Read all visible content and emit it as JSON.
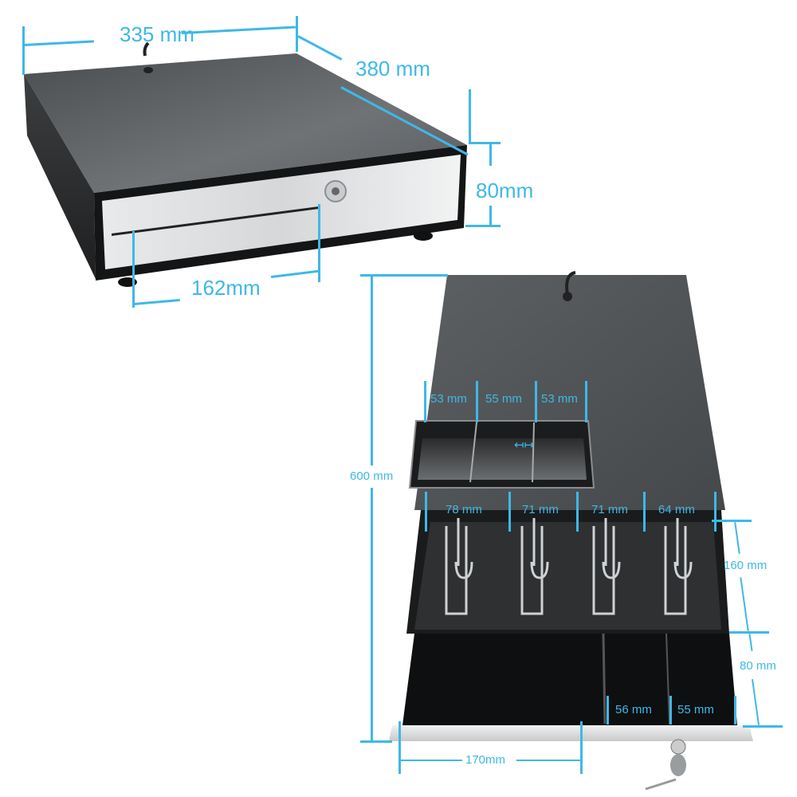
{
  "accent_color": "#3fb8e6",
  "closed_view": {
    "product": "cash-drawer-closed",
    "dimensions": {
      "width": "335 mm",
      "depth": "380 mm",
      "height": "80mm",
      "slot_width": "162mm"
    }
  },
  "open_view": {
    "product": "cash-drawer-open",
    "dimensions": {
      "total_depth": "600 mm",
      "coin_tray_compartments": [
        "53 mm",
        "55 mm",
        "53 mm"
      ],
      "bill_compartments": [
        "78 mm",
        "71 mm",
        "71 mm",
        "64 mm"
      ],
      "bill_section_depth": "160 mm",
      "lower_section_depth": "80 mm",
      "lower_small_compartments": [
        "56 mm",
        "55 mm"
      ],
      "lower_large_compartment": "170mm"
    }
  }
}
